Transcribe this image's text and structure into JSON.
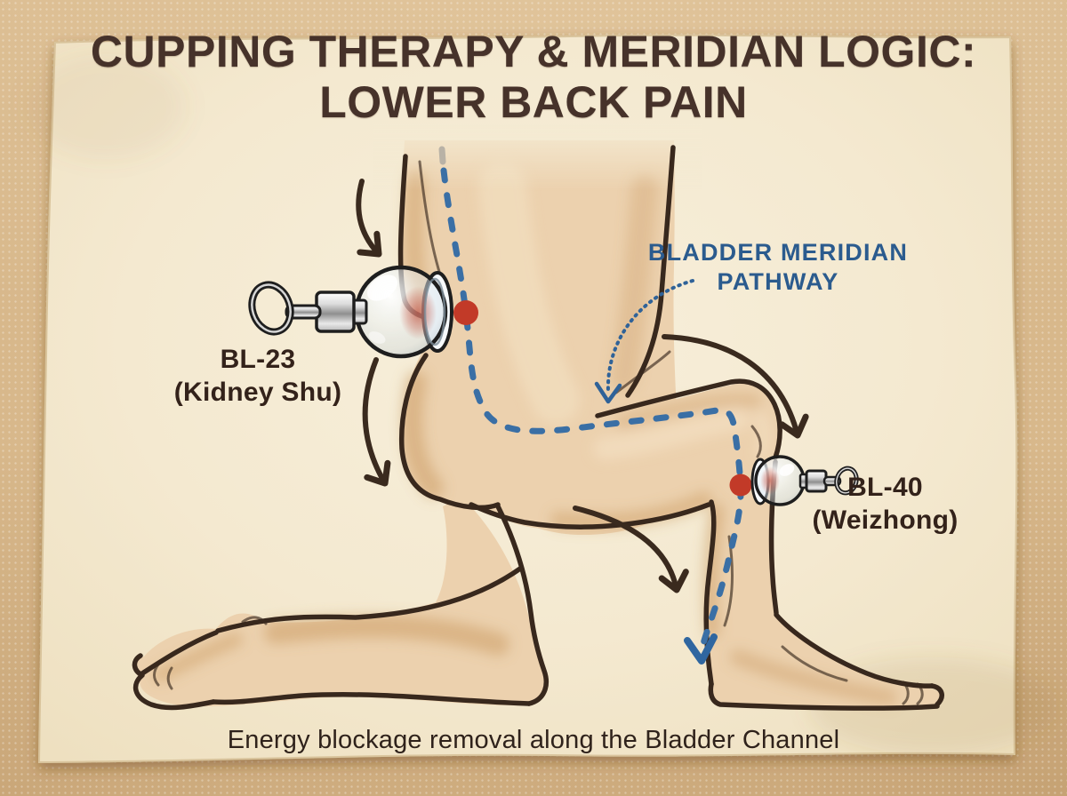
{
  "title": {
    "line1": "CUPPING THERAPY & MERIDIAN LOGIC:",
    "line2": "LOWER BACK PAIN"
  },
  "labels": {
    "bl23": {
      "point": "BL-23",
      "name": "(Kidney Shu)"
    },
    "bl40": {
      "point": "BL-40",
      "name": "(Weizhong)"
    },
    "meridian": {
      "line1": "BLADDER MERIDIAN",
      "line2": "PATHWAY"
    }
  },
  "caption": {
    "text": "Energy blockage removal along the Bladder Channel"
  },
  "colors": {
    "background": "#d8b88b",
    "paper": "#f4e9d0",
    "title_text": "#46322a",
    "meridian_label_blue": "#2b5b8e",
    "meridian_dash_blue": "#3a6fa5",
    "acupoint_red": "#c23a28",
    "outline_brown": "#3a2a1e",
    "skin": "#ecd1ae"
  }
}
